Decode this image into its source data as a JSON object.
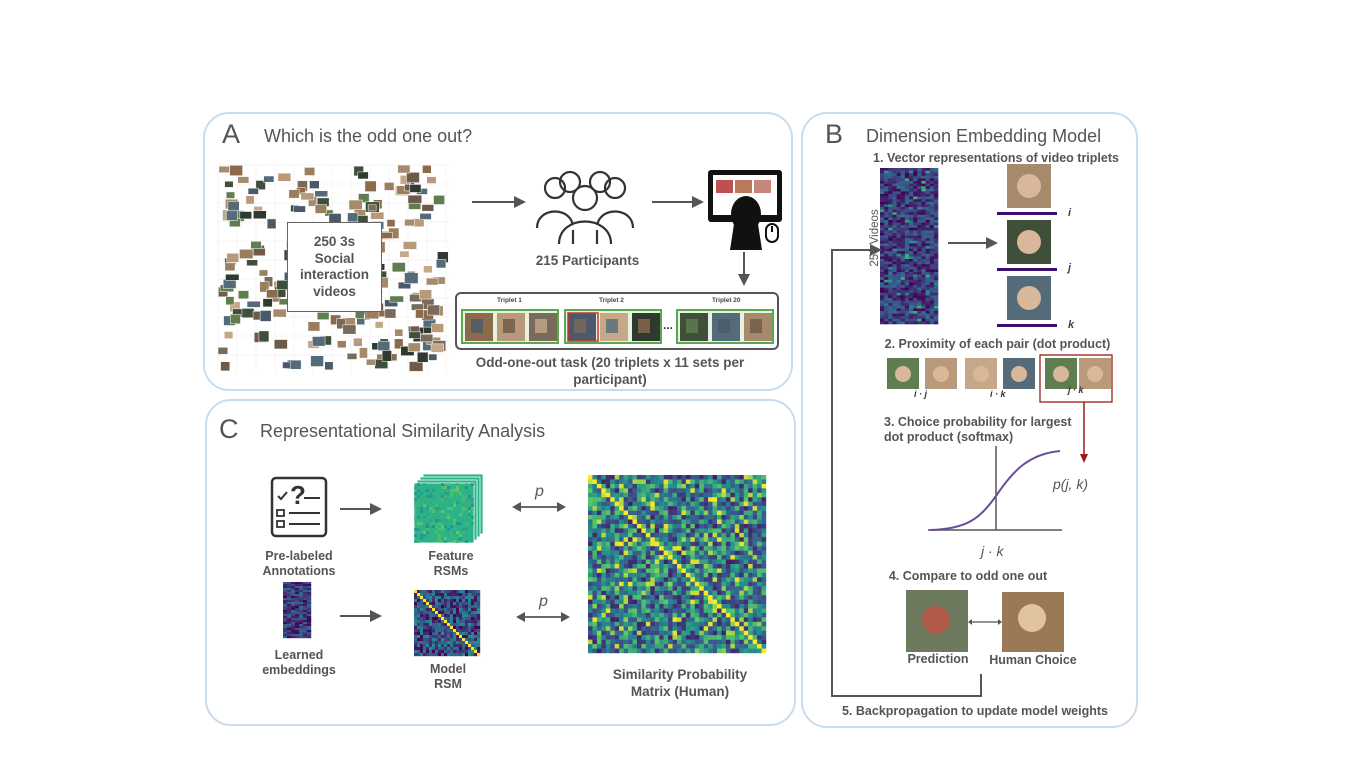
{
  "panel_a": {
    "letter": "A",
    "title": "Which is the odd one out?",
    "video_box": [
      "250 3s",
      "Social",
      "interaction",
      "videos"
    ],
    "participants": "215 Participants",
    "triplets": [
      "Triplet 1",
      "Triplet 2",
      "Triplet 20"
    ],
    "ellipsis": "...",
    "task_caption": [
      "Odd-one-out task (20 triplets x 11 sets per",
      "participant)"
    ]
  },
  "panel_b": {
    "letter": "B",
    "title": "Dimension Embedding Model",
    "step1": "1. Vector representations of video triplets",
    "axis_label": "250 Videos",
    "vec_labels": [
      "i",
      "j",
      "k"
    ],
    "step2": "2. Proximity of each pair (dot product)",
    "pair_labels": [
      "i · j",
      "i · k",
      "j · k"
    ],
    "step3": [
      "3. Choice probability for largest",
      "dot product (softmax)"
    ],
    "curve_label": "p(j, k)",
    "curve_xlabel": "j · k",
    "step4": "4. Compare to odd one out",
    "prediction": "Prediction",
    "human_choice": "Human Choice",
    "step5": "5. Backpropagation to update model weights"
  },
  "panel_c": {
    "letter": "C",
    "title": "Representational Similarity Analysis",
    "annotations": [
      "Pre-labeled",
      "Annotations"
    ],
    "feature_rsms": [
      "Feature",
      "RSMs"
    ],
    "embeddings": [
      "Learned",
      "embeddings"
    ],
    "model_rsm": [
      "Model",
      "RSM"
    ],
    "p_symbol": "p",
    "matrix_caption": [
      "Similarity Probability",
      "Matrix (Human)"
    ]
  },
  "colors": {
    "panel_border": "#c9dced",
    "arrow": "#555555",
    "curve": "#6a4c9c",
    "highlight_box": "#9b1b1b",
    "viridis_dark": "#3b0f70",
    "viridis_mid": "#21908c",
    "viridis_light": "#fde725"
  }
}
